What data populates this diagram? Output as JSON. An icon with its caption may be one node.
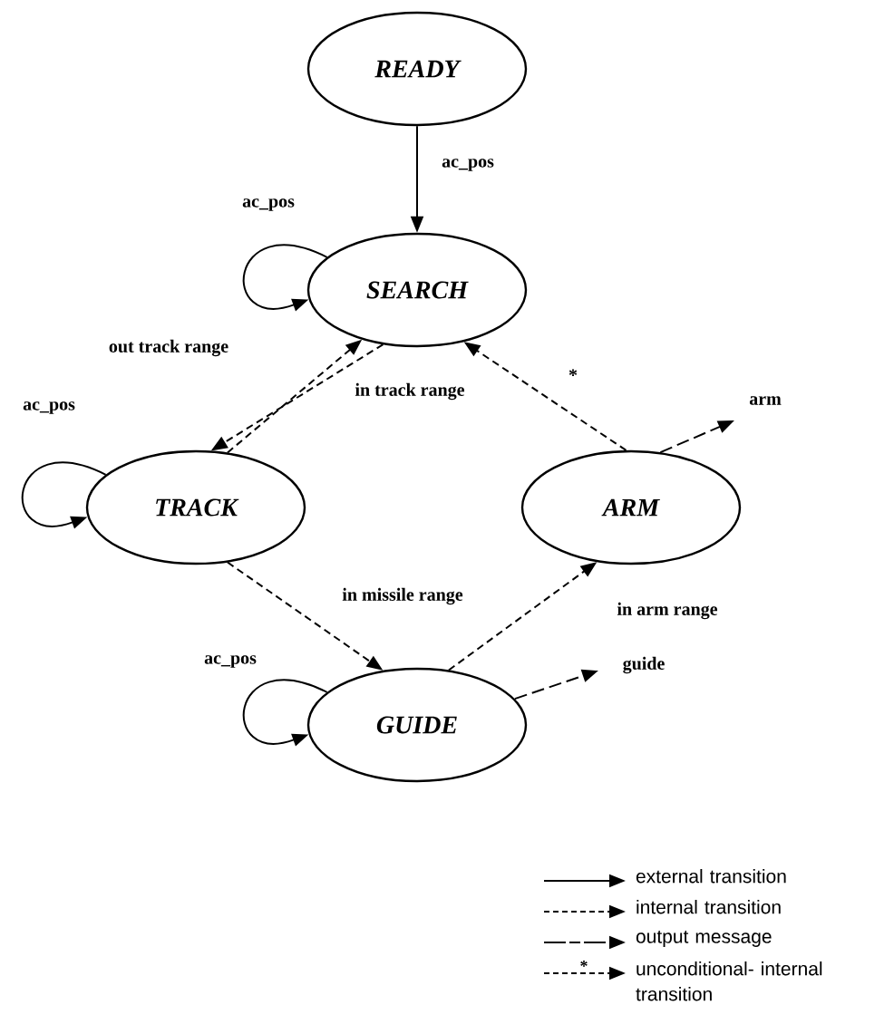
{
  "diagram": {
    "nodes": [
      {
        "text": [
          "READY"
        ]
      },
      {
        "text": [
          "SEARCH"
        ]
      },
      {
        "text": [
          "TRACK"
        ]
      },
      {
        "text": [
          "ARM"
        ]
      },
      {
        "text": [
          "GUIDE"
        ]
      }
    ],
    "edges": [
      {
        "from": 0,
        "to": 1,
        "arrow": "to",
        "label": "ac_pos"
      },
      {
        "from": 1,
        "to": 1,
        "arrow": "to",
        "label": "ac_pos"
      },
      {
        "from": 2,
        "to": 1,
        "arrow": "to",
        "label": "out track range",
        "style": "dashed"
      },
      {
        "from": 1,
        "to": 2,
        "arrow": "to",
        "label": "in track range",
        "style": "dashed"
      },
      {
        "from": 2,
        "to": 2,
        "arrow": "to",
        "label": "ac_pos"
      },
      {
        "from": 3,
        "to": 1,
        "arrow": "to",
        "label": "*",
        "style": "dashed"
      },
      {
        "from": 3,
        "to": null,
        "arrow": "to",
        "label": "arm",
        "style": "dashed"
      },
      {
        "from": 2,
        "to": 4,
        "arrow": "to",
        "label": "in missile range",
        "style": "dashed"
      },
      {
        "from": 4,
        "to": 4,
        "arrow": "to",
        "label": "ac_pos"
      },
      {
        "from": 4,
        "to": 3,
        "arrow": "to",
        "label": "in arm range",
        "style": "dashed"
      },
      {
        "from": 4,
        "to": null,
        "arrow": "to",
        "label": "guide",
        "style": "dashed"
      }
    ],
    "legend": [
      {
        "text": "external transition"
      },
      {
        "text": "internal transition"
      },
      {
        "text": "output message"
      },
      {
        "text": "unconditional- internal transition"
      }
    ],
    "labels": [
      "*"
    ]
  }
}
